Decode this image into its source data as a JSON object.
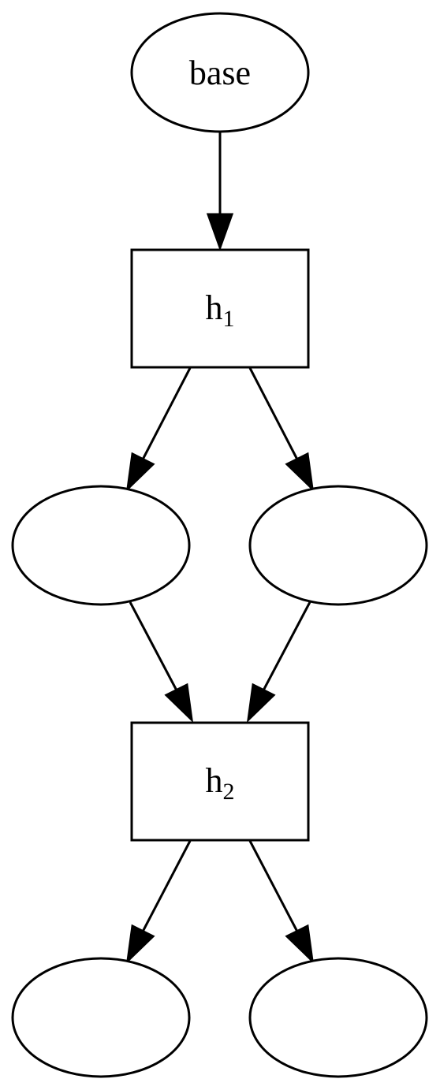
{
  "diagram": {
    "nodes": {
      "base": {
        "label": "base"
      },
      "h1": {
        "main": "h",
        "sub": "1"
      },
      "h2": {
        "main": "h",
        "sub": "2"
      },
      "blank_mid_left": {
        "label": ""
      },
      "blank_mid_right": {
        "label": ""
      },
      "blank_bottom_left": {
        "label": ""
      },
      "blank_bottom_right": {
        "label": ""
      }
    },
    "edges": [
      {
        "from": "base",
        "to": "h1"
      },
      {
        "from": "h1",
        "to": "blank_mid_left"
      },
      {
        "from": "h1",
        "to": "blank_mid_right"
      },
      {
        "from": "blank_mid_left",
        "to": "h2"
      },
      {
        "from": "blank_mid_right",
        "to": "h2"
      },
      {
        "from": "h2",
        "to": "blank_bottom_left"
      },
      {
        "from": "h2",
        "to": "blank_bottom_right"
      }
    ]
  }
}
